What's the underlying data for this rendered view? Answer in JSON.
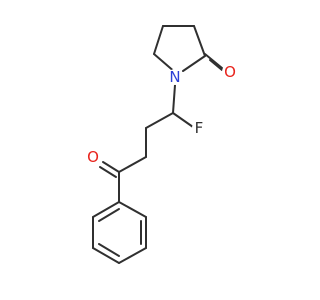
{
  "molecule": {
    "atoms": {
      "n1": {
        "symbol": "N",
        "color": "#2b3fd6"
      },
      "o_lactam": {
        "symbol": "O",
        "color": "#e8231c"
      },
      "f1": {
        "symbol": "F",
        "color": "#303030"
      },
      "o_ketone": {
        "symbol": "O",
        "color": "#e8231c"
      }
    },
    "bond_color": "#303030"
  }
}
